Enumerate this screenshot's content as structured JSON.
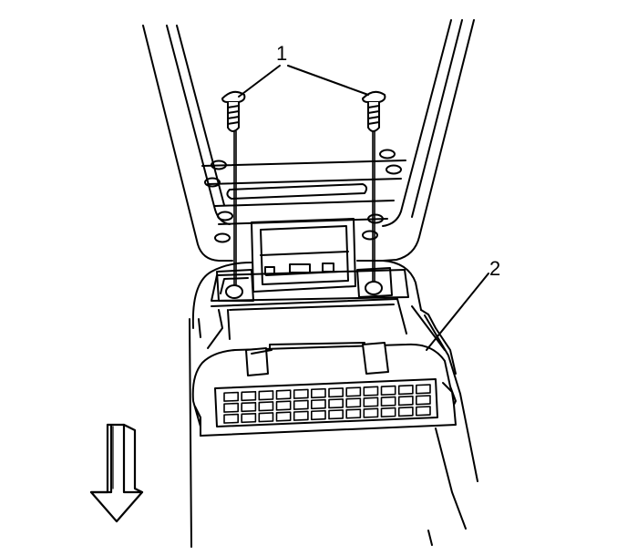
{
  "callouts": [
    {
      "id": "1",
      "label": "1"
    },
    {
      "id": "2",
      "label": "2"
    }
  ],
  "colors": {
    "line": "#000000",
    "background": "#ffffff",
    "shade": "#cfcfcf"
  },
  "icons": {
    "direction_arrow": "arrow-down-outline-icon"
  }
}
